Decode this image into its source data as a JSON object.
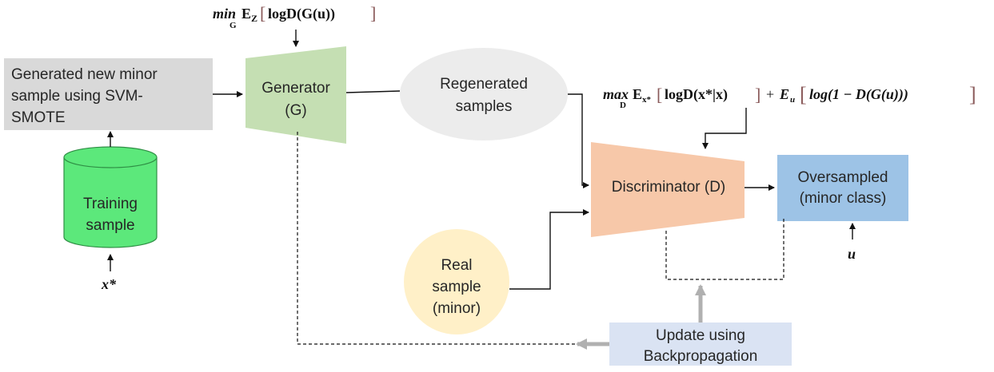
{
  "boxes": {
    "generated_sample": [
      "Generated new minor",
      "sample using SVM-",
      "SMOTE"
    ],
    "training_sample": [
      "Training",
      "sample"
    ],
    "generator": [
      "Generator",
      "(G)"
    ],
    "regenerated": [
      "Regenerated",
      "samples"
    ],
    "discriminator": "Discriminator (D)",
    "oversampled": [
      "Oversampled",
      "(minor class)"
    ],
    "real_sample": [
      "Real",
      "sample",
      "(minor)"
    ],
    "update": [
      "Update using",
      "Backpropagation"
    ]
  },
  "math": {
    "x_star": "x*",
    "u": "u",
    "generator_objective": {
      "op": "min",
      "sub": "G",
      "expect": "E",
      "expect_sub": "Z",
      "body": "logD(G(u))"
    },
    "discriminator_objective": {
      "op": "max",
      "sub": "D",
      "term1_expect": "E",
      "term1_expect_sub": "x*",
      "term1": "logD(x*|x)",
      "plus": "+",
      "term2_expect": "E",
      "term2_expect_sub": "u",
      "term2": "log(1 − D(G(u)))"
    }
  },
  "colors": {
    "generated_box": "#d9d9d9",
    "training_cylinder": "#5ce87b",
    "generator": "#c5dfb3",
    "regenerated": "#ececec",
    "discriminator": "#f7c8a9",
    "oversampled": "#9dc3e6",
    "real_sample": "#fff0c8",
    "update": "#dae3f3",
    "feedback_arrow": "#b0b0b0"
  }
}
